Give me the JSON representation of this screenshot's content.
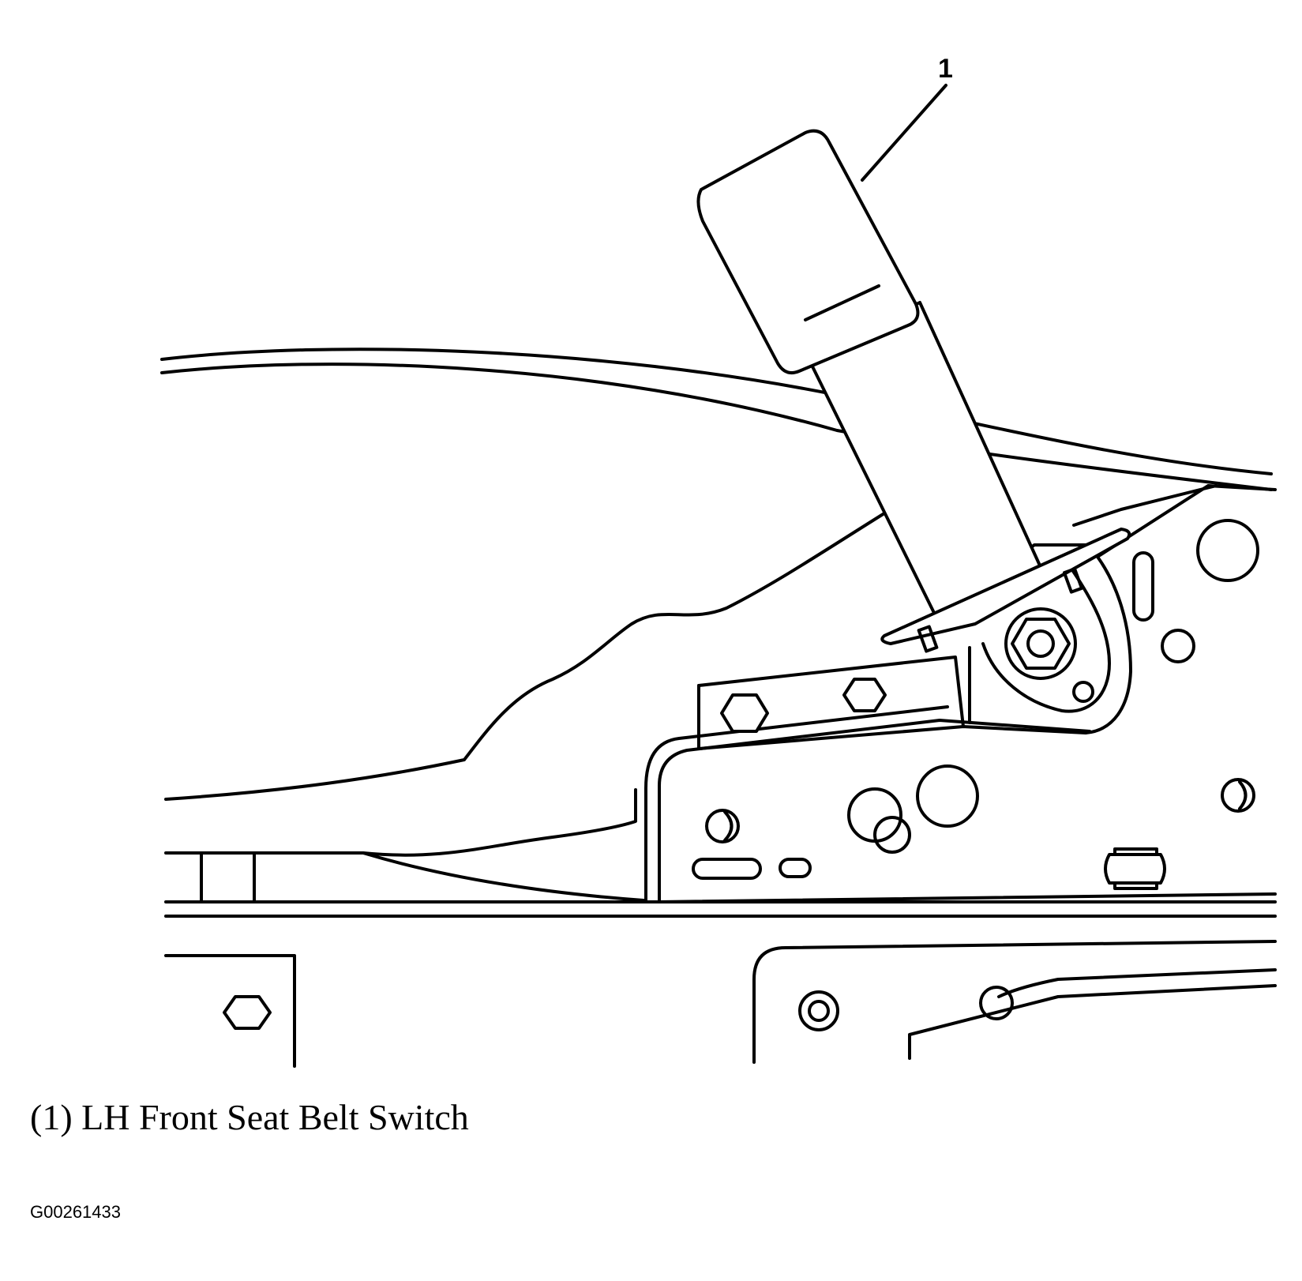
{
  "diagram": {
    "callout_number": "1",
    "caption": "(1) LH Front Seat Belt Switch",
    "figure_id": "G00261433"
  }
}
